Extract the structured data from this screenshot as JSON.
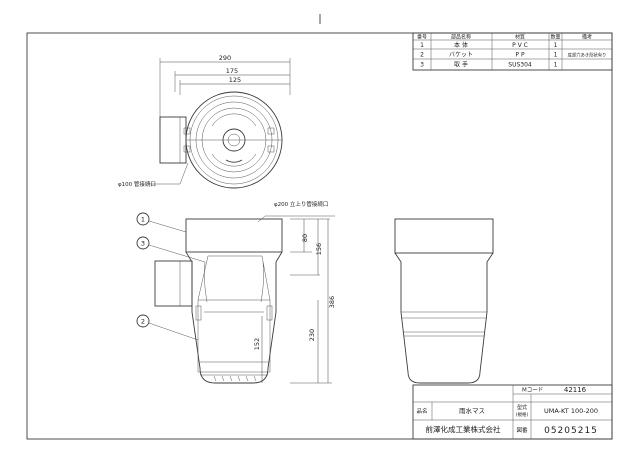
{
  "parts_table": {
    "headers": [
      "番号",
      "部品名称",
      "材質",
      "数量",
      "備考"
    ],
    "rows": [
      {
        "no": "1",
        "name": "本 体",
        "material": "P V C",
        "qty": "1",
        "note": ""
      },
      {
        "no": "2",
        "name": "バケット",
        "material": "P P",
        "qty": "1",
        "note": "底部穴あき形状有り"
      },
      {
        "no": "3",
        "name": "取 手",
        "material": "SUS304",
        "qty": "1",
        "note": ""
      }
    ]
  },
  "top_view": {
    "dim_290": "290",
    "dim_175": "175",
    "dim_125": "125",
    "outlet_label": "φ100 管接続口"
  },
  "front_view": {
    "inlet_label": "φ200 立上り管接続口",
    "dim_80": "80",
    "dim_156": "156",
    "dim_386": "386",
    "dim_230": "230",
    "dim_152": "152",
    "callout_1": "1",
    "callout_2": "2",
    "callout_3": "3"
  },
  "title_block": {
    "mcode_label": "Mコード",
    "mcode_value": "42116",
    "name_label": "品名",
    "name_value": "雨水マス",
    "model_label_1": "型式",
    "model_label_2": "(規格)",
    "model_value": "UMA-KT 100-200",
    "company": "前澤化成工業株式会社",
    "drawing_label": "図番",
    "drawing_value": "05205215"
  }
}
